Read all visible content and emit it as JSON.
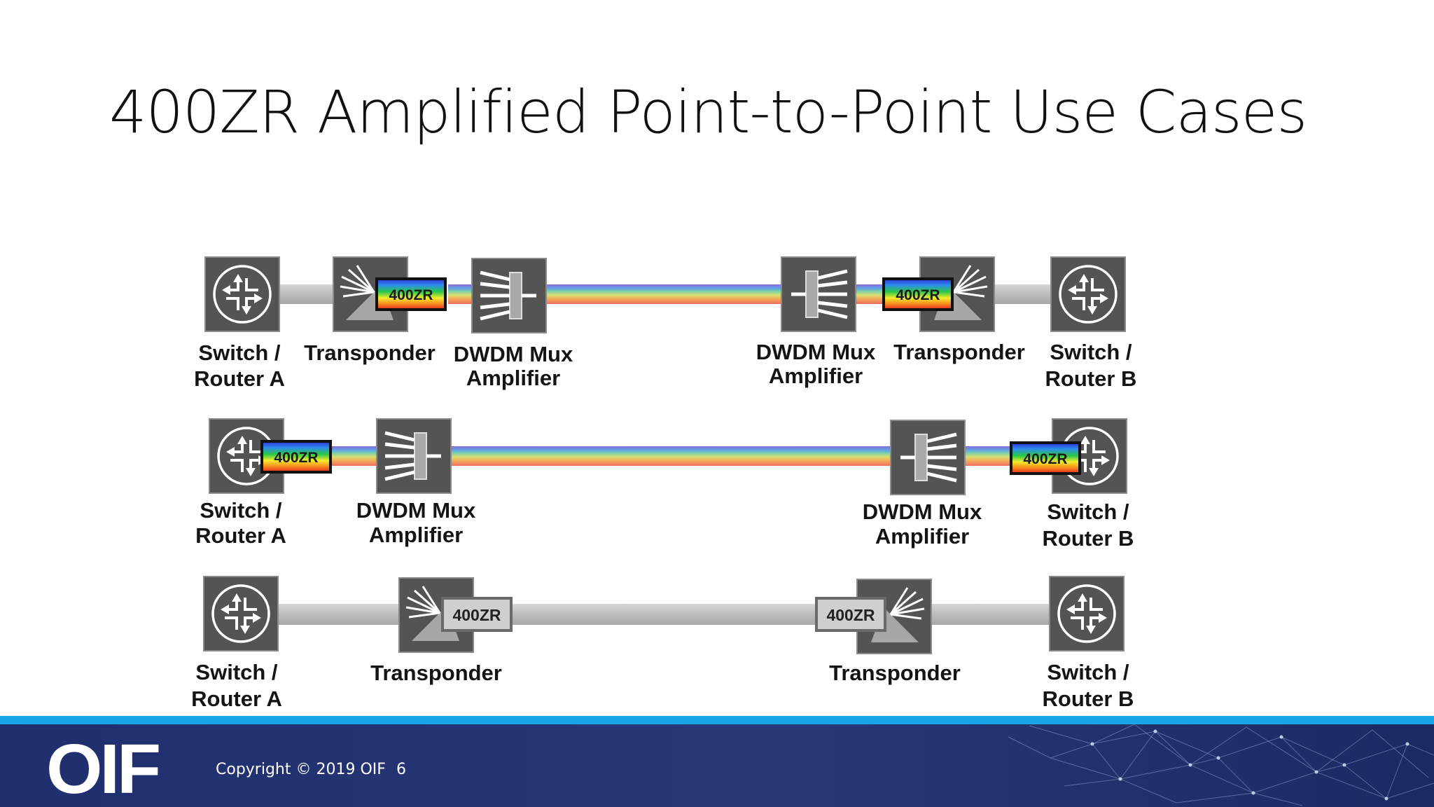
{
  "slide": {
    "title": "400ZR Amplified Point-to-Point Use Cases"
  },
  "labels": {
    "switch_router_line1": "Switch /",
    "router_a": "Router A",
    "router_b": "Router B",
    "transponder": "Transponder",
    "dwdm_mux": "DWDM Mux",
    "amplifier": "Amplifier",
    "tag_400zr": "400ZR"
  },
  "footer": {
    "logo_text": "OIF",
    "copyright": "Copyright © 2019 OIF",
    "page_number": "6"
  },
  "colors": {
    "title": "#111111",
    "device_box": "#545454",
    "fiber_gray": "#bdbdbd",
    "footer_navy": "#283878",
    "footer_stripe": "#1aa6e6"
  },
  "icons": {
    "router": "router-icon",
    "transponder": "transponder-icon",
    "mux": "dwdm-mux-icon"
  }
}
